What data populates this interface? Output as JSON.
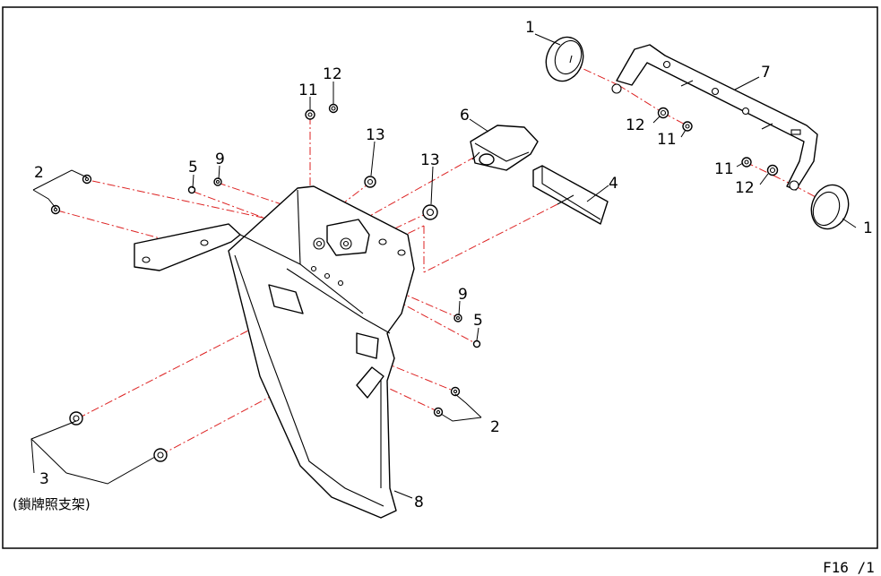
{
  "callouts": {
    "c1a": "1",
    "c1b": "1",
    "c2a": "2",
    "c2b": "2",
    "c3": "3",
    "c4": "4",
    "c5a": "5",
    "c5b": "5",
    "c6": "6",
    "c7": "7",
    "c8": "8",
    "c9a": "9",
    "c9b": "9",
    "c11a": "11",
    "c11b": "11",
    "c11c": "11",
    "c12a": "12",
    "c12b": "12",
    "c12c": "12",
    "c13a": "13",
    "c13b": "13"
  },
  "note": "(鎖牌照支架)",
  "sheet_id": "F16 /1",
  "colors": {
    "centerline": "#d22222",
    "line": "#000000",
    "border": "#000000"
  }
}
